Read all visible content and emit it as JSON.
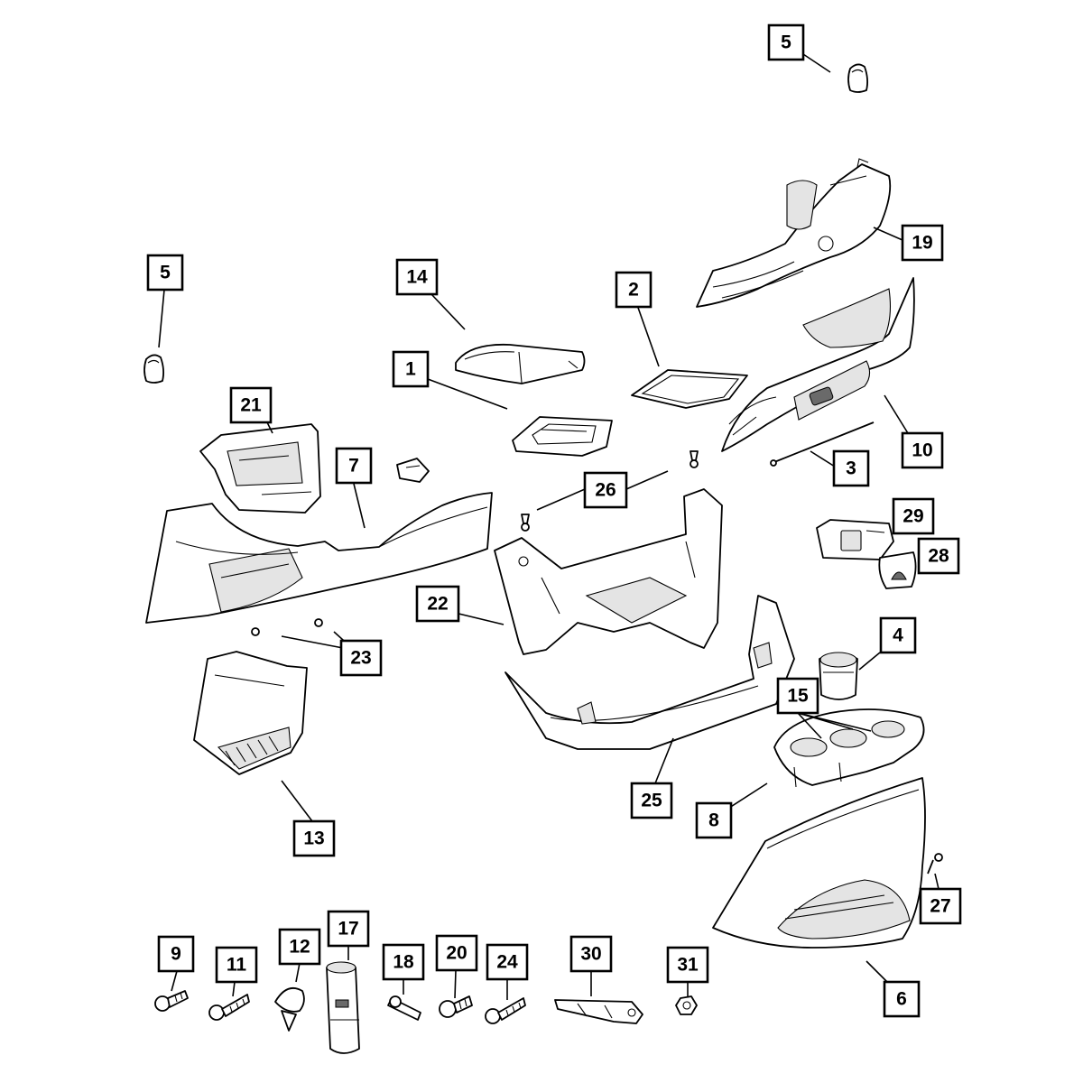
{
  "callouts": [
    {
      "id": "5a",
      "label": "5"
    },
    {
      "id": "19",
      "label": "19"
    },
    {
      "id": "5b",
      "label": "5"
    },
    {
      "id": "14",
      "label": "14"
    },
    {
      "id": "2",
      "label": "2"
    },
    {
      "id": "1",
      "label": "1"
    },
    {
      "id": "21",
      "label": "21"
    },
    {
      "id": "7",
      "label": "7"
    },
    {
      "id": "10",
      "label": "10"
    },
    {
      "id": "3",
      "label": "3"
    },
    {
      "id": "26",
      "label": "26"
    },
    {
      "id": "29",
      "label": "29"
    },
    {
      "id": "28",
      "label": "28"
    },
    {
      "id": "22",
      "label": "22"
    },
    {
      "id": "23",
      "label": "23"
    },
    {
      "id": "4",
      "label": "4"
    },
    {
      "id": "15",
      "label": "15"
    },
    {
      "id": "25",
      "label": "25"
    },
    {
      "id": "8",
      "label": "8"
    },
    {
      "id": "13",
      "label": "13"
    },
    {
      "id": "27",
      "label": "27"
    },
    {
      "id": "6",
      "label": "6"
    },
    {
      "id": "9",
      "label": "9"
    },
    {
      "id": "11",
      "label": "11"
    },
    {
      "id": "12",
      "label": "12"
    },
    {
      "id": "17",
      "label": "17"
    },
    {
      "id": "18",
      "label": "18"
    },
    {
      "id": "20",
      "label": "20"
    },
    {
      "id": "24",
      "label": "24"
    },
    {
      "id": "30",
      "label": "30"
    },
    {
      "id": "31",
      "label": "31"
    }
  ]
}
